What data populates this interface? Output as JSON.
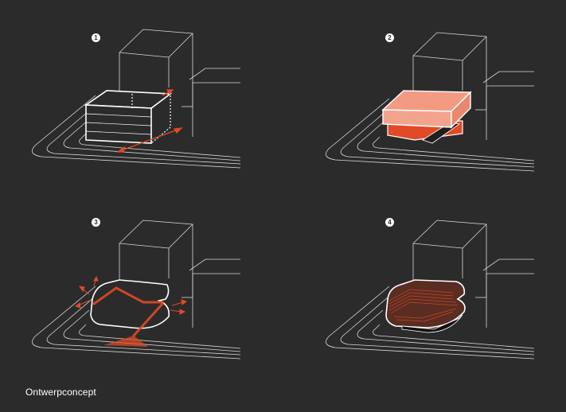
{
  "caption": "Ontwerpconcept",
  "steps": [
    {
      "number": "1"
    },
    {
      "number": "2"
    },
    {
      "number": "3"
    },
    {
      "number": "4"
    }
  ],
  "colors": {
    "background": "#2b2b2b",
    "line": "#d9d9d9",
    "accent": "#e04a26",
    "accent_light": "#f29a82"
  }
}
